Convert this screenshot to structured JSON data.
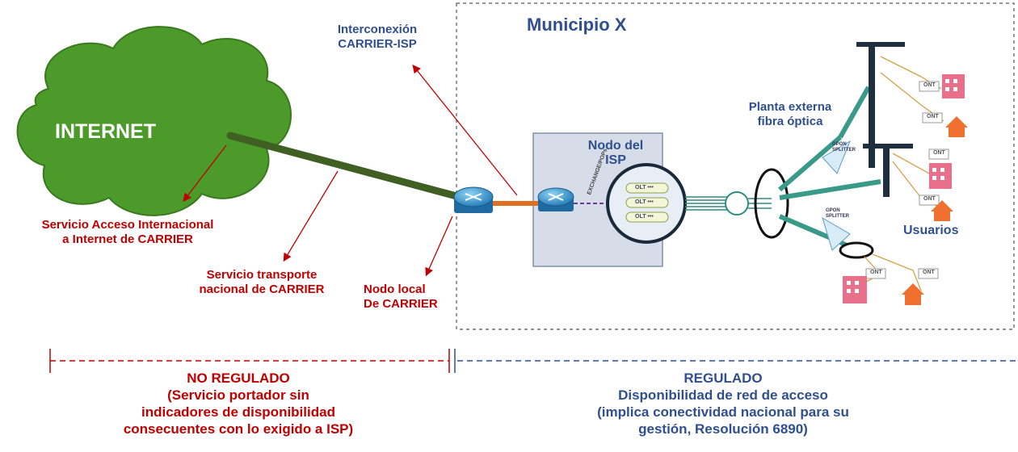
{
  "region": {
    "title": "Municipio X"
  },
  "internet": {
    "label": "INTERNET"
  },
  "interconnect": {
    "line1": "Interconexión",
    "line2": "CARRIER-ISP"
  },
  "isp_node": {
    "line1": "Nodo del",
    "line2": "ISP"
  },
  "plant": {
    "line1": "Planta externa",
    "line2": "fibra óptica"
  },
  "users": {
    "label": "Usuarios"
  },
  "carrier_services": {
    "intl_line1": "Servicio Acceso Internacional",
    "intl_line2": "a Internet de CARRIER",
    "transport_line1": "Servicio transporte",
    "transport_line2": "nacional de CARRIER",
    "local_line1": "Nodo local",
    "local_line2": "De CARRIER"
  },
  "equipment": {
    "olt": "OLT •••",
    "splitter": "GPON SPLITTER",
    "ont": "ONT",
    "exchange": "EXCHANGE/POPs"
  },
  "no_regulado": {
    "title": "NO REGULADO",
    "line1": "(Servicio portador sin",
    "line2": "indicadores de disponibilidad",
    "line3": "consecuentes con lo exigido a ISP)"
  },
  "regulado": {
    "title": "REGULADO",
    "line1": "Disponibilidad de red de acceso",
    "line2": "(implica conectividad nacional para su",
    "line3": "gestión, Resolución 6890)"
  },
  "colors": {
    "red": "#c00000",
    "blue": "#2f4f8f",
    "cloud": "#4c9a2a",
    "trunk": "#3f5f23",
    "fiber": "#2e8b80"
  }
}
